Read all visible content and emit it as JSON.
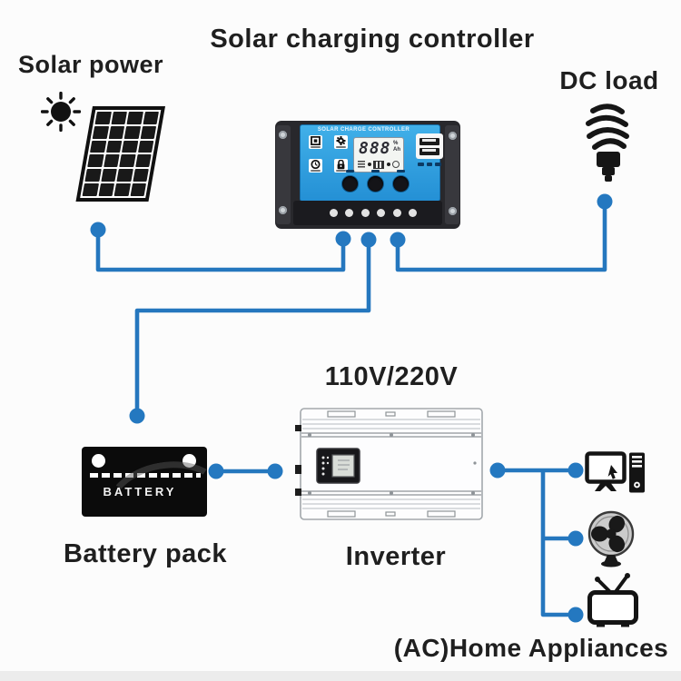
{
  "diagram": {
    "title": "Solar charging controller",
    "labels": {
      "solar_power": "Solar power",
      "dc_load": "DC load",
      "battery_pack": "Battery pack",
      "inverter": "Inverter",
      "inverter_voltage": "110V/220V",
      "home_appliances": "(AC)Home Appliances"
    },
    "controller_device": {
      "panel_title": "SOLAR CHARGE CONTROLLER",
      "lcd_value": "888",
      "lcd_unit_top": "%",
      "lcd_unit_bottom": "Ah",
      "usb_ports": 2,
      "buttons": 3,
      "terminals": 6
    },
    "battery_device": {
      "text": "BATTERY"
    },
    "connections": [
      {
        "from": "solar-panel",
        "to": "controller-terminal-left"
      },
      {
        "from": "controller-terminal-middle",
        "to": "battery-pack"
      },
      {
        "from": "controller-terminal-right",
        "to": "dc-load"
      },
      {
        "from": "battery-pack",
        "to": "inverter"
      },
      {
        "from": "inverter",
        "to": "home-appliances"
      }
    ],
    "appliance_icons": [
      "desktop-computer",
      "electric-fan",
      "television"
    ],
    "colors": {
      "connector_blue": "#2577be",
      "controller_face_blue": "#2fa0dd",
      "text_black": "#1c1c1c"
    }
  }
}
